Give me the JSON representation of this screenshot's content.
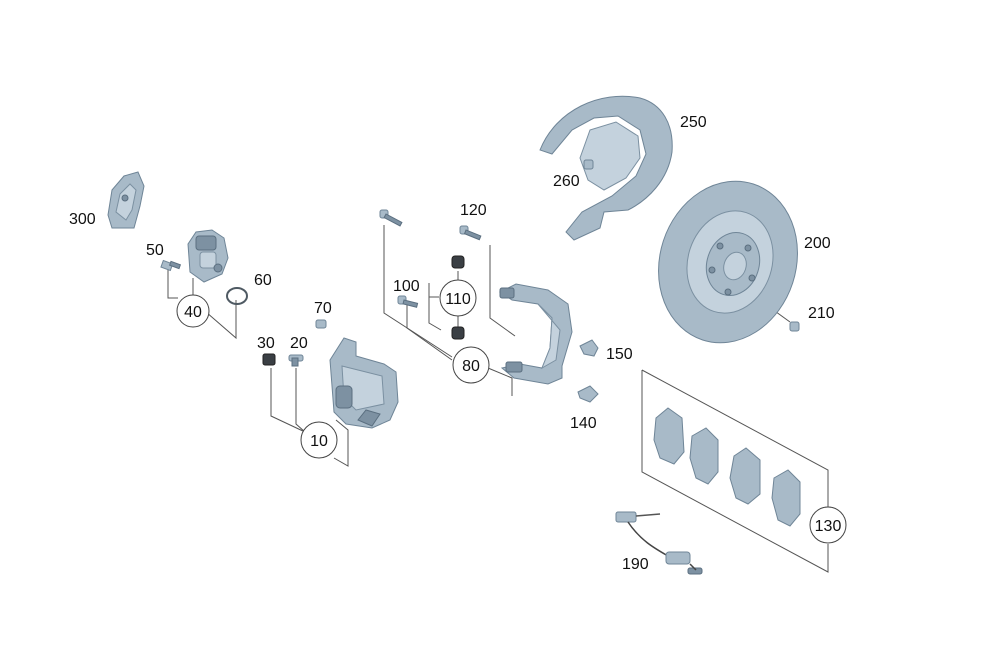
{
  "parts": {
    "p10": "10",
    "p20": "20",
    "p30": "30",
    "p40": "40",
    "p50": "50",
    "p60": "60",
    "p70": "70",
    "p80": "80",
    "p100": "100",
    "p110": "110",
    "p120": "120",
    "p130": "130",
    "p140": "140",
    "p150": "150",
    "p190": "190",
    "p200": "200",
    "p210": "210",
    "p250": "250",
    "p260": "260",
    "p300": "300"
  },
  "colors": {
    "part_fill": "#a8bac8",
    "part_stroke": "#6f8597",
    "line": "#555555"
  }
}
